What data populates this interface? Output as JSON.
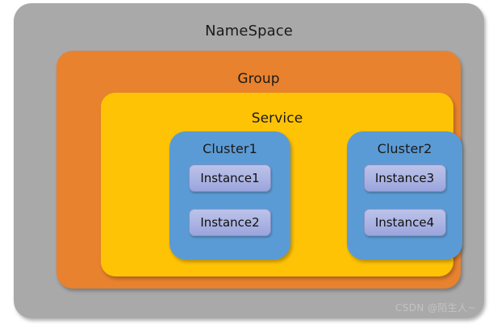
{
  "diagram": {
    "title": "NameSpace",
    "watermark": "CSDN @陌生人~",
    "colors": {
      "namespace": "#a9a9a9",
      "group": "#e8822e",
      "service": "#ffc306",
      "cluster": "#5b9bd5",
      "instance": "#aab3e2",
      "text": "#1a1a1a",
      "watermark": "#c3c3c3",
      "background": "#ffffff"
    },
    "namespace": {
      "label": "NameSpace",
      "group": {
        "label": "Group",
        "service": {
          "label": "Service",
          "clusters": [
            {
              "label": "Cluster1",
              "instances": [
                {
                  "label": "Instance1"
                },
                {
                  "label": "Instance2"
                }
              ]
            },
            {
              "label": "Cluster2",
              "instances": [
                {
                  "label": "Instance3"
                },
                {
                  "label": "Instance4"
                }
              ]
            }
          ]
        }
      }
    }
  }
}
